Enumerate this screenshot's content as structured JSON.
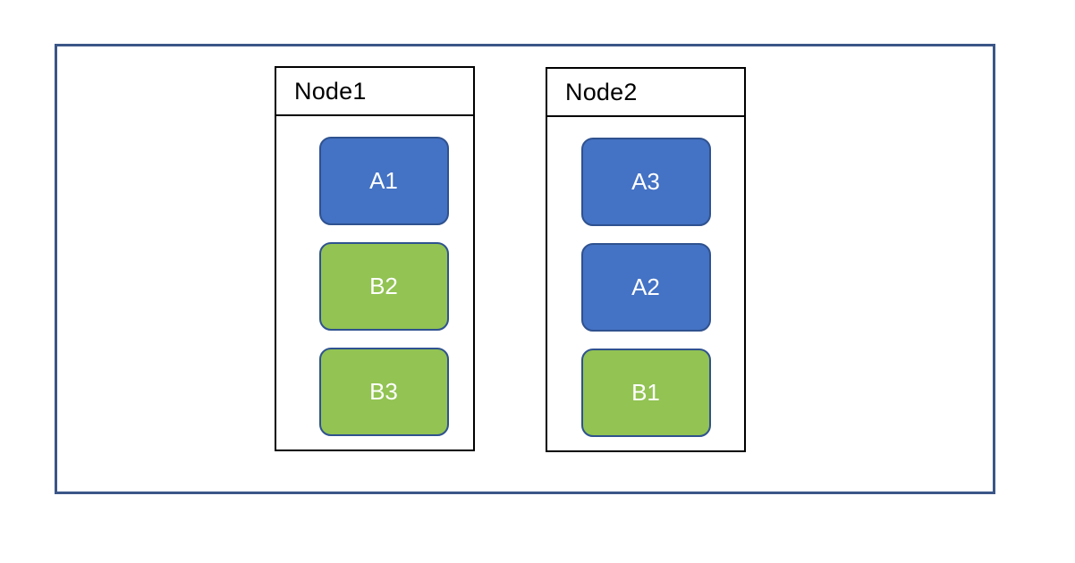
{
  "diagram": {
    "description": "Two-node placement diagram",
    "outer_frame_color": "#3B5688",
    "node_border_color": "#000000",
    "colors": {
      "blue_fill": "#4472C4",
      "green_fill": "#92C353",
      "card_border": "#2F528F",
      "card_text": "#ffffff",
      "title_text": "#000000"
    },
    "nodes": [
      {
        "title": "Node1",
        "items": [
          {
            "label": "A1",
            "type": "blue"
          },
          {
            "label": "B2",
            "type": "green"
          },
          {
            "label": "B3",
            "type": "green"
          }
        ]
      },
      {
        "title": "Node2",
        "items": [
          {
            "label": "A3",
            "type": "blue"
          },
          {
            "label": "A2",
            "type": "blue"
          },
          {
            "label": "B1",
            "type": "green"
          }
        ]
      }
    ]
  }
}
